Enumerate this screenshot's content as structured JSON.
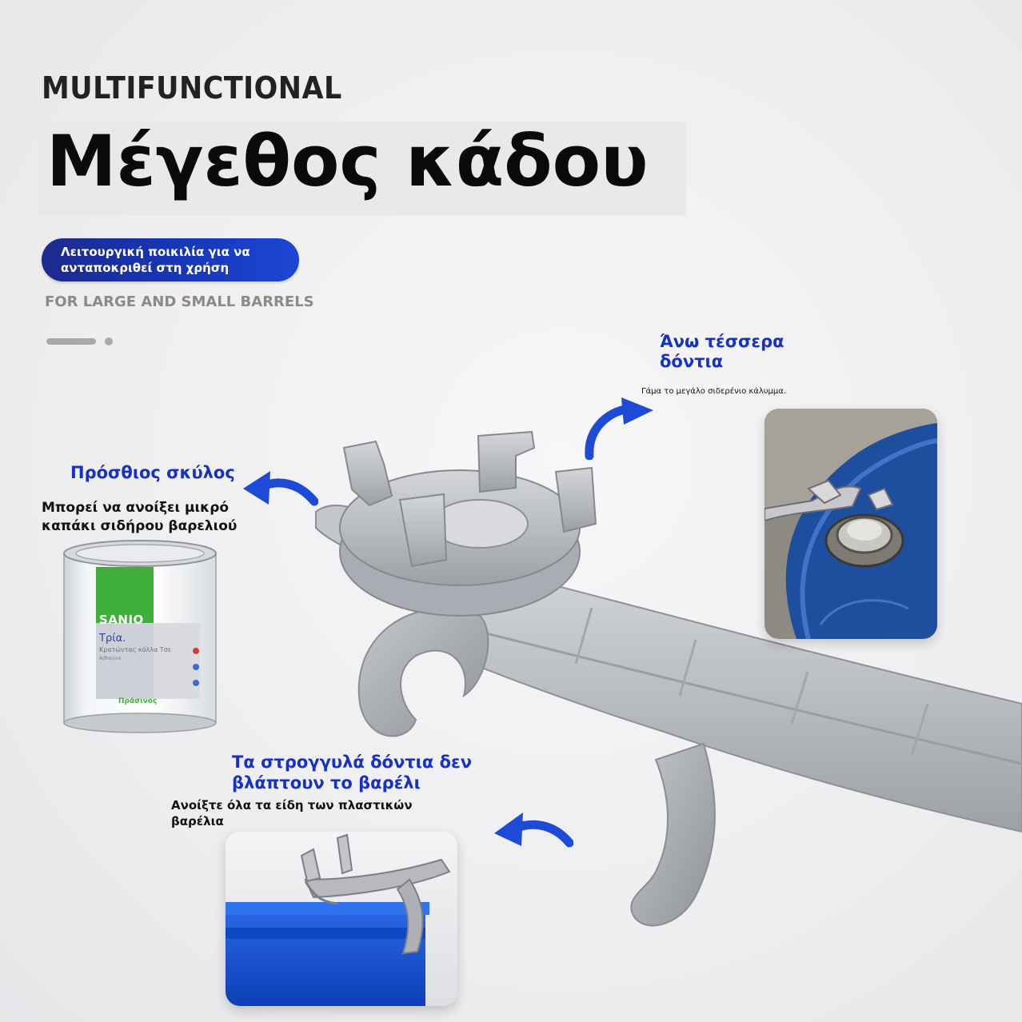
{
  "header": {
    "eyebrow": "MULTIFUNCTIONAL",
    "title": "Μέγεθος κάδου",
    "pill": "Λειτουργική ποικιλία για να ανταποκριθεί στη χρήση",
    "subtitle": "FOR LARGE AND SMALL BARRELS"
  },
  "callouts": {
    "top": {
      "heading": "Άνω τέσσερα δόντια",
      "text": "Γάμα το μεγάλο σιδερένιο κάλυμμα."
    },
    "front": {
      "heading": "Πρόσθιος σκύλος",
      "text": "Μπορεί να ανοίξει μικρό καπάκι σιδήρου βαρελιού"
    },
    "round": {
      "heading": "Τα στρογγυλά δόντια δεν βλάπτουν το βαρέλι",
      "text": "Ανοίξτε όλα τα είδη των πλαστικών βαρέλια"
    }
  },
  "can": {
    "brand": "SANIO",
    "line1": "Τρία.",
    "line2": "Κρατώντας κόλλα Τσε",
    "line3": "Adhesive",
    "line4": "Πράσινος"
  },
  "colors": {
    "accent_blue": "#1631c4",
    "arrow_blue": "#1d4ad6"
  }
}
